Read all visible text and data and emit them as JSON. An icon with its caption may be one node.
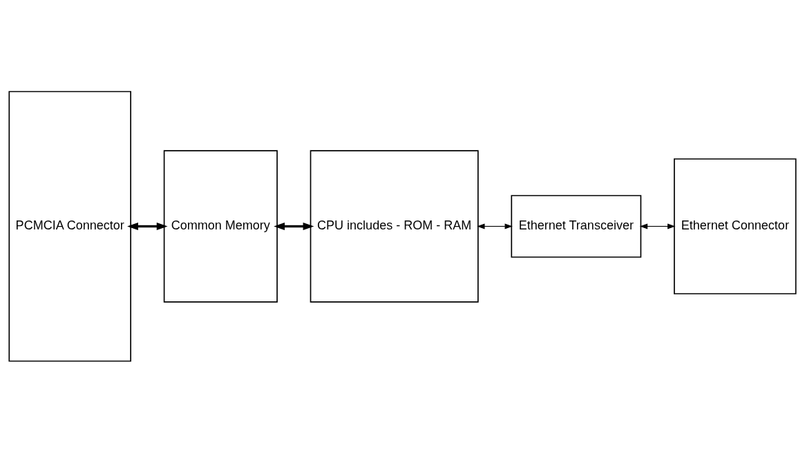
{
  "diagram": {
    "nodes": [
      {
        "text": [
          "PCMCIA Connector"
        ]
      },
      {
        "text": [
          "Common Memory"
        ]
      },
      {
        "text": [
          "CPU includes - ROM - RAM"
        ]
      },
      {
        "text": [
          "Ethernet Transceiver"
        ]
      },
      {
        "text": [
          "Ethernet Connector"
        ]
      }
    ],
    "edges": [
      {
        "from": 0,
        "to": 1,
        "arrow": "both",
        "style": "thick"
      },
      {
        "from": 1,
        "to": 2,
        "arrow": "both",
        "style": "thick"
      },
      {
        "from": 2,
        "to": 3,
        "arrow": "both"
      },
      {
        "from": 3,
        "to": 4,
        "arrow": "both"
      }
    ]
  }
}
